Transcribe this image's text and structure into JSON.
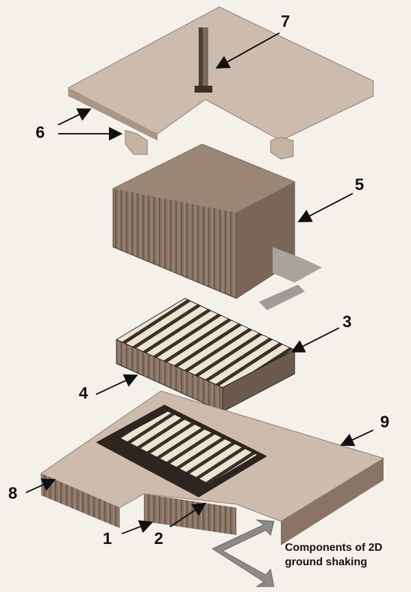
{
  "labels": {
    "l1": "1",
    "l2": "2",
    "l3": "3",
    "l4": "4",
    "l5": "5",
    "l6": "6",
    "l7": "7",
    "l8": "8",
    "l9": "9"
  },
  "caption": {
    "line1": "Components of 2D",
    "line2": "ground shaking"
  },
  "colors": {
    "slab": "#cbb8a8",
    "wood": "#8a7466",
    "dark": "#2a211d",
    "rods": "#e8e0cc",
    "arrow": "#8e8a86"
  }
}
